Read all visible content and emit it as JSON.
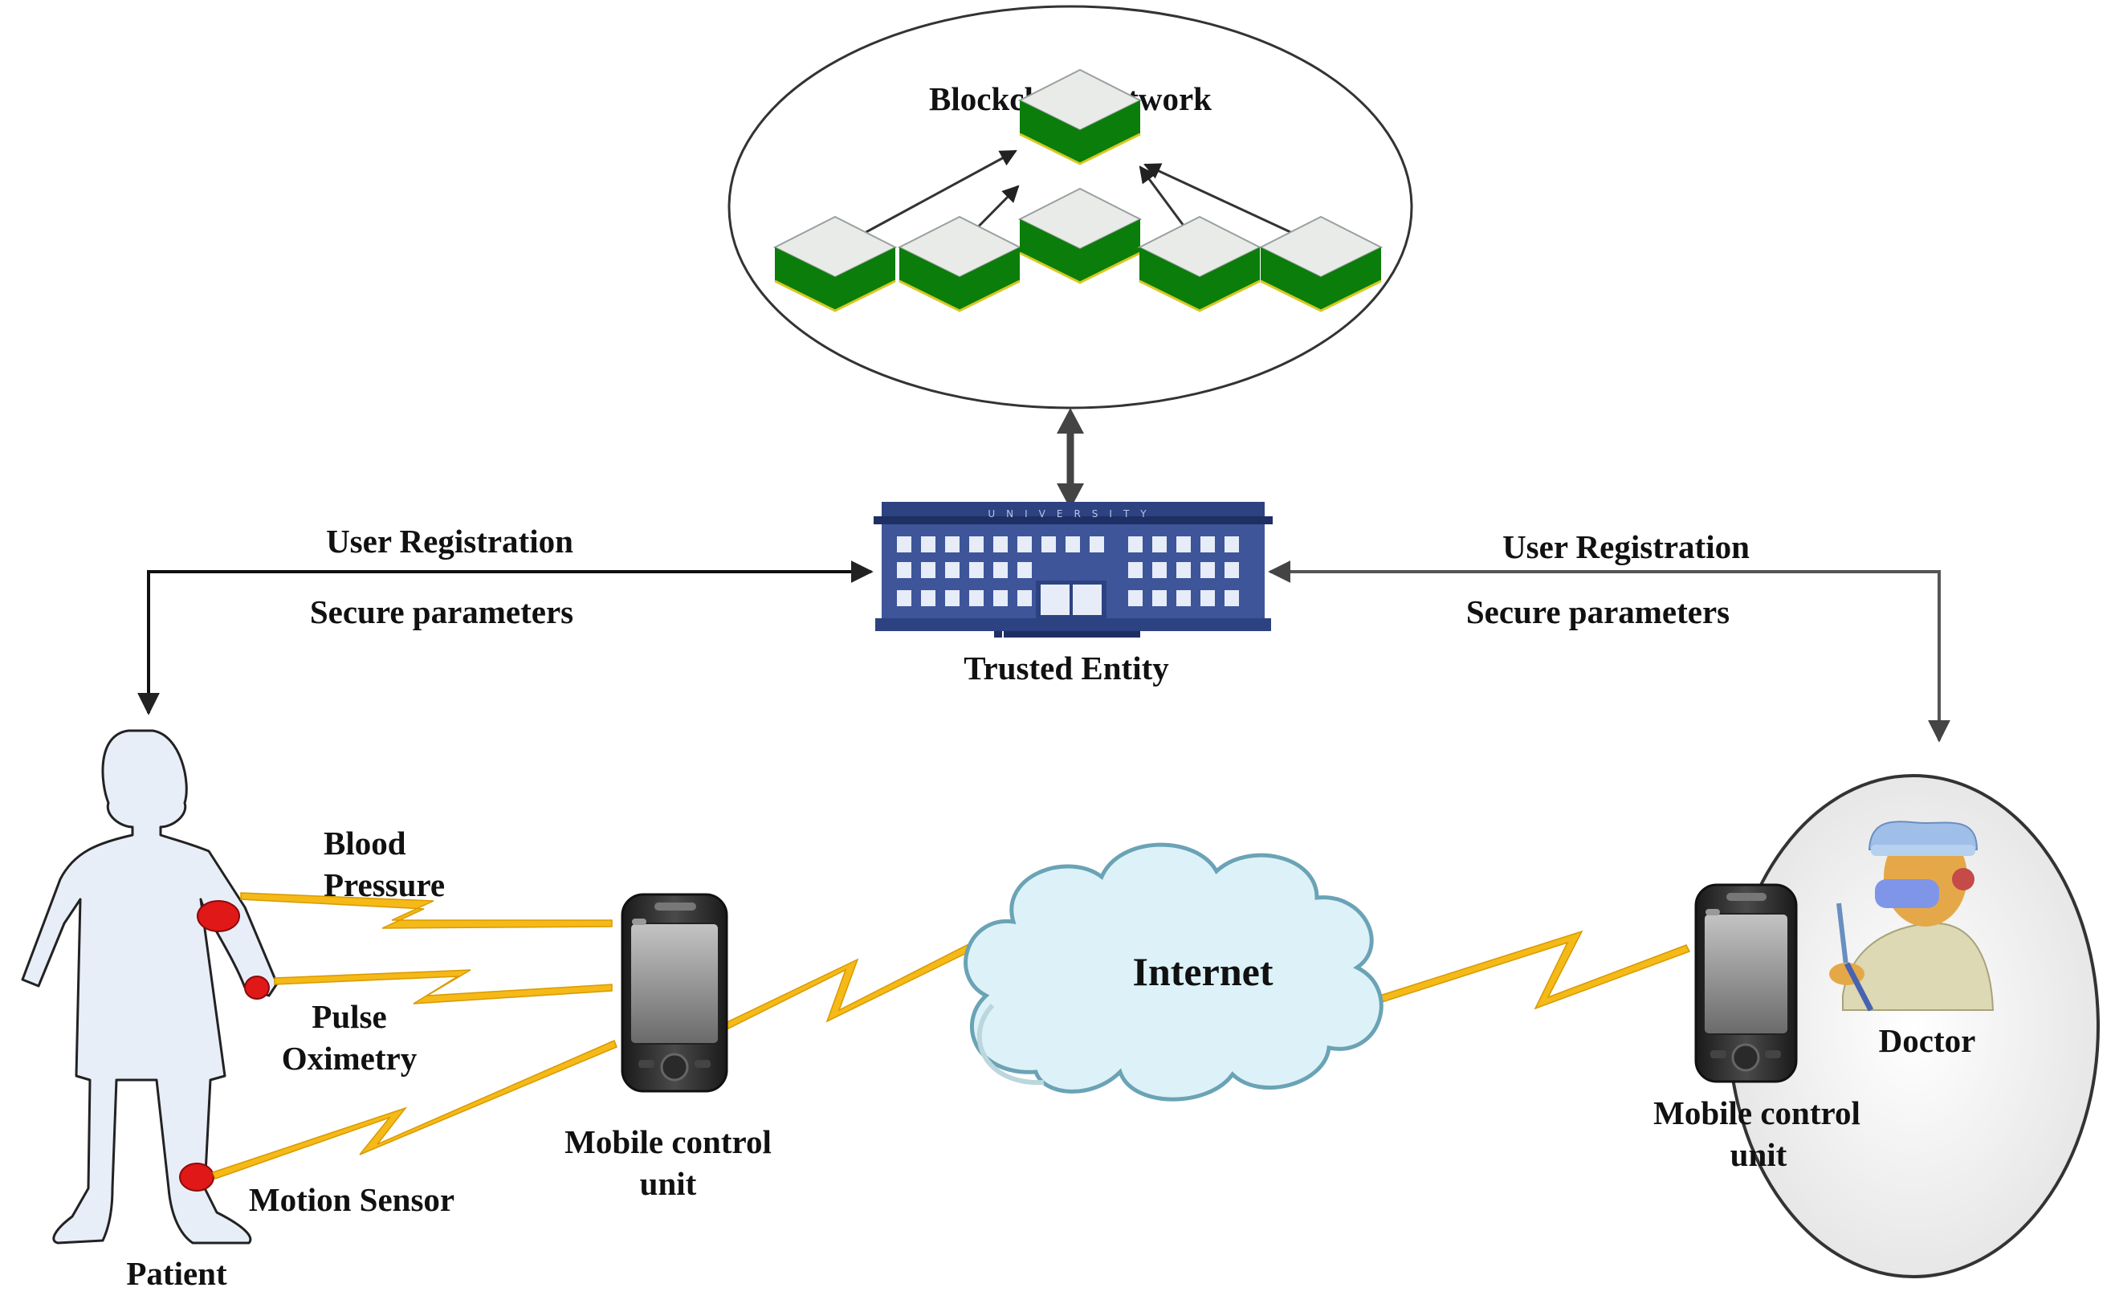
{
  "blockchain": {
    "title": "Blockchain network"
  },
  "trusted_entity": {
    "label": "Trusted Entity",
    "building_sign": "UNIVERSITY"
  },
  "left_link": {
    "line1": "User Registration",
    "line2": "Secure parameters"
  },
  "right_link": {
    "line1": "User Registration",
    "line2": "Secure parameters"
  },
  "patient": {
    "label": "Patient",
    "sensors": {
      "blood_line1": "Blood",
      "blood_line2": "Pressure",
      "pulse_line1": "Pulse",
      "pulse_line2": "Oximetry",
      "motion": "Motion Sensor"
    }
  },
  "patient_mcu": {
    "line1": "Mobile control",
    "line2": "unit"
  },
  "internet": {
    "label": "Internet"
  },
  "doctor_site": {
    "doctor": "Doctor",
    "mcu_line1": "Mobile control",
    "mcu_line2": "unit"
  },
  "colors": {
    "block_top": "#e9ebe8",
    "block_side": "#0a7d0a",
    "building": "#3e559a",
    "bolt": "#f5b918",
    "sensor": "#e01818",
    "figure_fill": "#e8eef8",
    "cloud_fill": "#ddf2f8"
  }
}
